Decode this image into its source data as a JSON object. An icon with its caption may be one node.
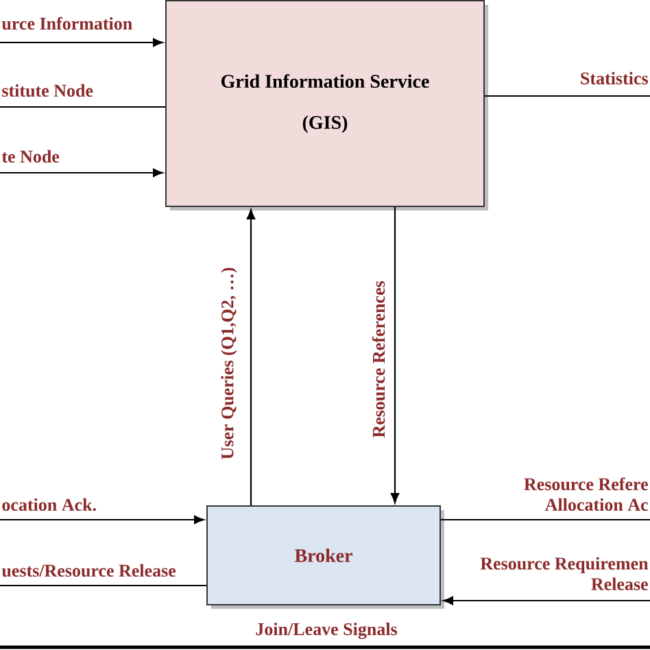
{
  "diagram": {
    "nodes": [
      {
        "text": [
          "Grid Information Service",
          "(GIS)"
        ]
      },
      {
        "text": [
          "Broker"
        ]
      }
    ],
    "edges": [
      {
        "from": null,
        "to": 0,
        "arrow": "to",
        "label": "urce Information"
      },
      {
        "from": null,
        "to": 0,
        "arrow": "none",
        "label": "stitute Node"
      },
      {
        "from": null,
        "to": 0,
        "arrow": "to",
        "label": "te Node"
      },
      {
        "from": 0,
        "to": null,
        "arrow": "none",
        "label": "Statistics"
      },
      {
        "from": 1,
        "to": 0,
        "arrow": "to",
        "label": "User Queries (Q1,Q2, …)"
      },
      {
        "from": 0,
        "to": 1,
        "arrow": "to",
        "label": "Resource References"
      },
      {
        "from": null,
        "to": 1,
        "arrow": "to",
        "label": "ocation Ack."
      },
      {
        "from": 1,
        "to": null,
        "arrow": "none",
        "label": "uests/Resource Release"
      },
      {
        "from": 1,
        "to": null,
        "arrow": "none",
        "label": "Resource Refere Allocation Ac"
      },
      {
        "from": null,
        "to": 1,
        "arrow": "to",
        "label": "Resource Requiremen Release"
      }
    ],
    "labels": [
      "Join/Leave Signals"
    ]
  }
}
